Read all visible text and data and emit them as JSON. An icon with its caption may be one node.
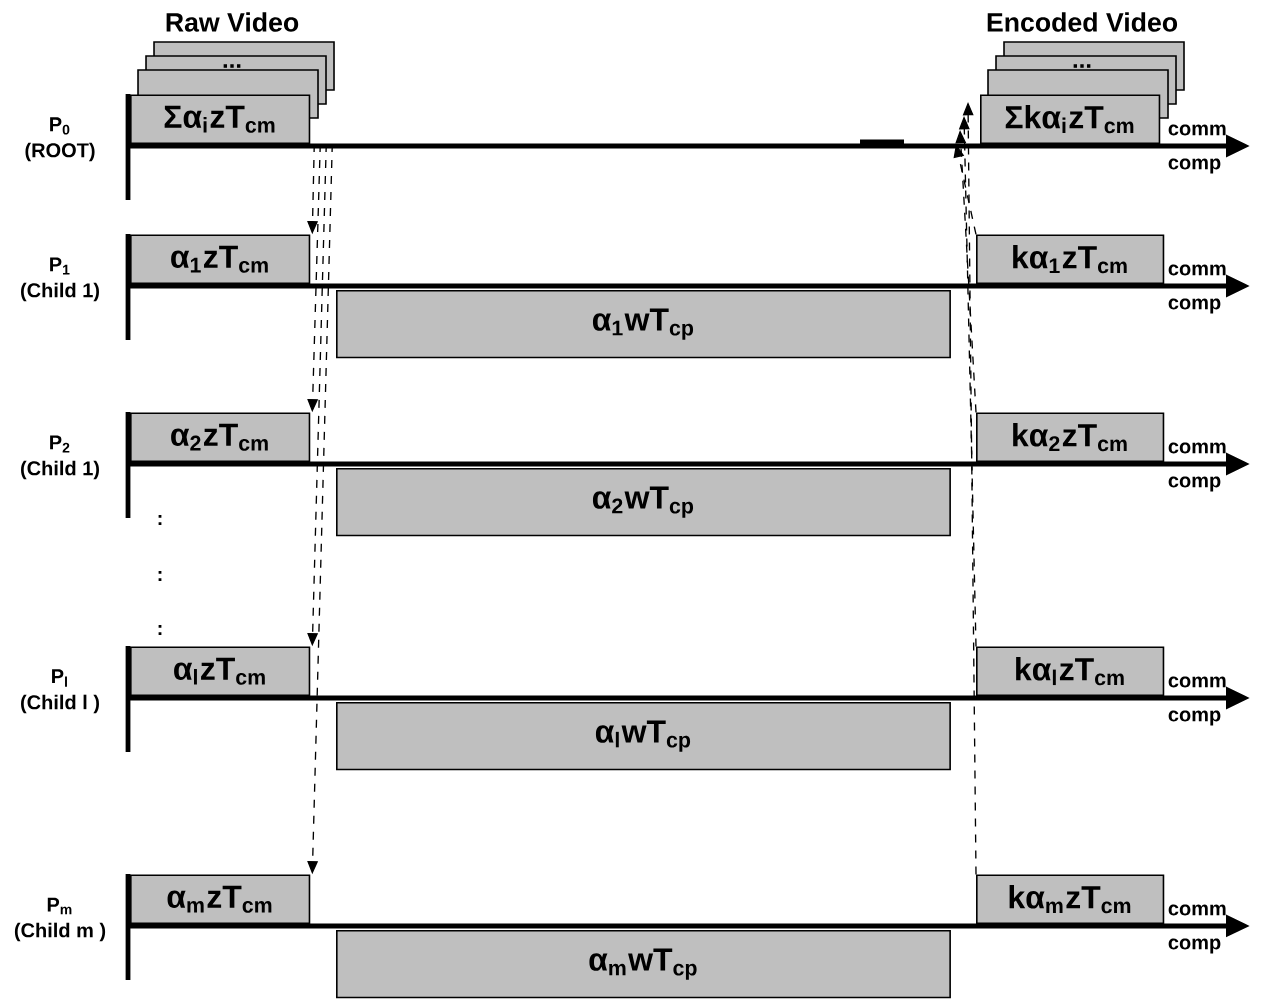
{
  "diagram": {
    "nodes": [
      {
        "text": [
          "Raw Video",
          "...",
          "Σα$_{i}$zT$_{cm}$"
        ]
      },
      {
        "text": [
          "Encoded Video",
          "...",
          "Σkα$_{i}$zT$_{cm}$"
        ]
      },
      {
        "text": [
          "α$_{1}$zT$_{cm}$"
        ]
      },
      {
        "text": [
          "α$_{1}$wT$_{cp}$"
        ]
      },
      {
        "text": [
          "kα$_{1}$zT$_{cm}$"
        ]
      },
      {
        "text": [
          "α$_{2}$zT$_{cm}$"
        ]
      },
      {
        "text": [
          "α$_{2}$wT$_{cp}$"
        ]
      },
      {
        "text": [
          "kα$_{2}$zT$_{cm}$"
        ]
      },
      {
        "text": [
          "α$_{l}$zT$_{cm}$"
        ]
      },
      {
        "text": [
          "α$_{l}$wT$_{cp}$"
        ]
      },
      {
        "text": [
          "kα$_{l}$zT$_{cm}$"
        ]
      },
      {
        "text": [
          "α$_{m}$zT$_{cm}$"
        ]
      },
      {
        "text": [
          "α$_{m}$wT$_{cp}$"
        ]
      },
      {
        "text": [
          "kα$_{m}$zT$_{cm}$"
        ]
      }
    ],
    "edges": [
      {
        "from": 0,
        "to": 2,
        "arrow": "to",
        "style": "dashed"
      },
      {
        "from": 0,
        "to": 5,
        "arrow": "to",
        "style": "dashed"
      },
      {
        "from": 0,
        "to": 8,
        "arrow": "to",
        "style": "dashed"
      },
      {
        "from": 0,
        "to": 11,
        "arrow": "to",
        "style": "dashed"
      },
      {
        "from": 4,
        "to": 1,
        "arrow": "to",
        "style": "dashed"
      },
      {
        "from": 7,
        "to": 1,
        "arrow": "to",
        "style": "dashed"
      },
      {
        "from": 10,
        "to": 1,
        "arrow": "to",
        "style": "dashed"
      },
      {
        "from": 13,
        "to": 1,
        "arrow": "to",
        "style": "dashed"
      }
    ],
    "labels": [
      "P$_{0}$",
      "(ROOT)",
      "comm",
      "comp",
      "P$_{1}$",
      "(Child 1)",
      "comm",
      "comp",
      "P$_{2}$",
      "(Child 1)",
      "comm",
      "comp",
      ":",
      ":",
      ":",
      "P$_{l}$",
      "(Child l )",
      "comm",
      "comp",
      "P$_{m}$",
      "(Child m )",
      "comm",
      "comp"
    ]
  }
}
